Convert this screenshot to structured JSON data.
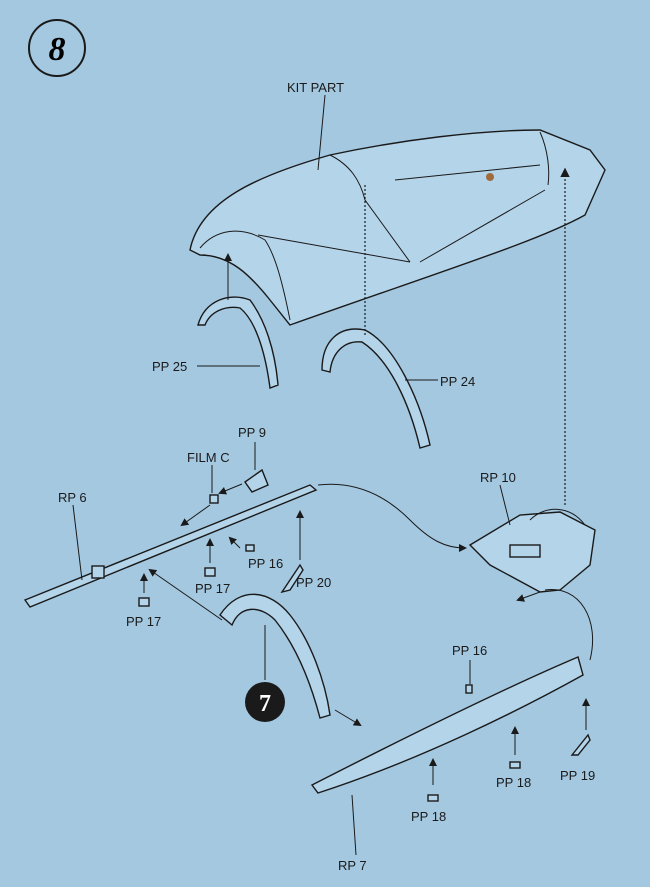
{
  "step_number": "8",
  "sub_step_number": "7",
  "labels": {
    "kit_part": "KIT PART",
    "pp25": "PP 25",
    "pp24": "PP 24",
    "pp9": "PP 9",
    "film_c": "FILM C",
    "rp6": "RP 6",
    "rp10": "RP 10",
    "pp16_a": "PP 16",
    "pp17_a": "PP 17",
    "pp17_b": "PP 17",
    "pp20": "PP 20",
    "pp16_b": "PP 16",
    "pp18_a": "PP 18",
    "pp18_b": "PP 18",
    "pp19": "PP 19",
    "rp7": "RP 7"
  }
}
